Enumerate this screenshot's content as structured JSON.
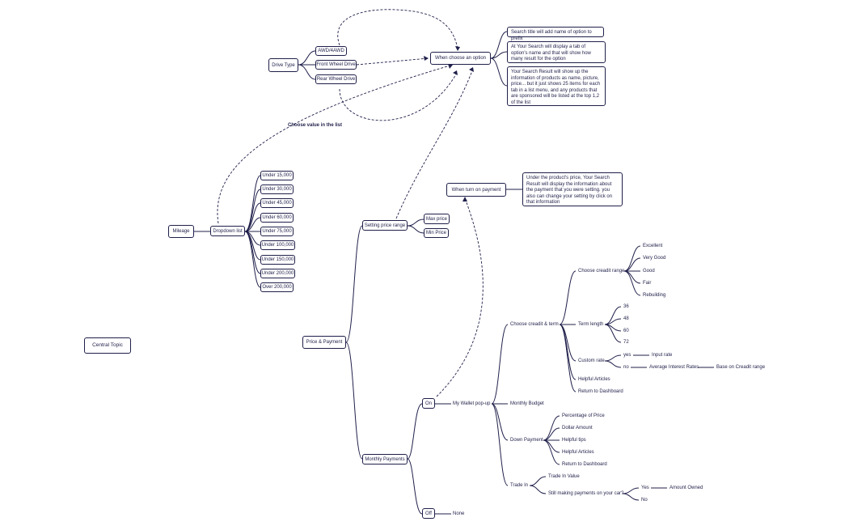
{
  "central": "Central Topic",
  "drive": {
    "title": "Drive Type",
    "items": [
      "AWD/4AWD",
      "Front Wheel Drive",
      "Rear Wheel Drive"
    ]
  },
  "when_choose": "When choose an option",
  "notes": {
    "n1": "Search title will add name of option to prefix",
    "n2": "At Your Search will display a tab of option's name and that will show how many result for the option",
    "n3": "Your Search Result will show up the information of products as name, picture, price... but it just shows 25 items for each tab in a list menu, and any products that are sponsored will be listed at the top 1,2 of the list",
    "n4": "Under the product's price, Your Search Result will display the information about the payment that you were setting. you also  can change your setting by click on that information"
  },
  "choose_label": "Choose value in the list",
  "mileage": {
    "title": "Mileage",
    "dropdown": "Dropdown list",
    "options": [
      "Under 15,000",
      "Under 30,000",
      "Under 45,000",
      "Under 60,000",
      "Under 75,000",
      "Under 100,000",
      "Under 150,000",
      "Under 200,000",
      "Over 200,000"
    ]
  },
  "price_payment": "Price & Payment",
  "price_range": {
    "title": "Setting price range",
    "max": "Max price",
    "min": "Min Price"
  },
  "turn_on": "When turn on payment",
  "monthly": {
    "title": "Monthly Payments",
    "on": "On",
    "off": "Off",
    "none": "None",
    "wallet": "My Wallet pop-up"
  },
  "credit_term": {
    "title": "Choose creadit & term",
    "range_title": "Choose creadit range",
    "ranges": [
      "Excellent",
      "Very Good",
      "Good",
      "Fair",
      "Rebuilding"
    ],
    "term_title": "Term length",
    "terms": [
      "36",
      "48",
      "60",
      "72"
    ],
    "custom_title": "Custom rate",
    "yes": "yes",
    "input_rate": "Input rate",
    "no": "no",
    "avg_rates": "Average Interest Rates",
    "base_credit": "Base on Creadit range",
    "helpful": "Helpful Articles",
    "return": "Return to Dashboard"
  },
  "monthly_budget": "Monthly Budget",
  "down_payment": {
    "title": "Down Payment",
    "items": [
      "Percentage of Price",
      "Dollar Amount",
      "Helpful tips",
      "Helpful Articles",
      "Return to Dashboard"
    ]
  },
  "trade_in": {
    "title": "Trade In",
    "value": "Trade In Value",
    "still": "Still making payments on your car?",
    "yes": "Yes",
    "amount": "Amount Owned",
    "no": "No"
  }
}
